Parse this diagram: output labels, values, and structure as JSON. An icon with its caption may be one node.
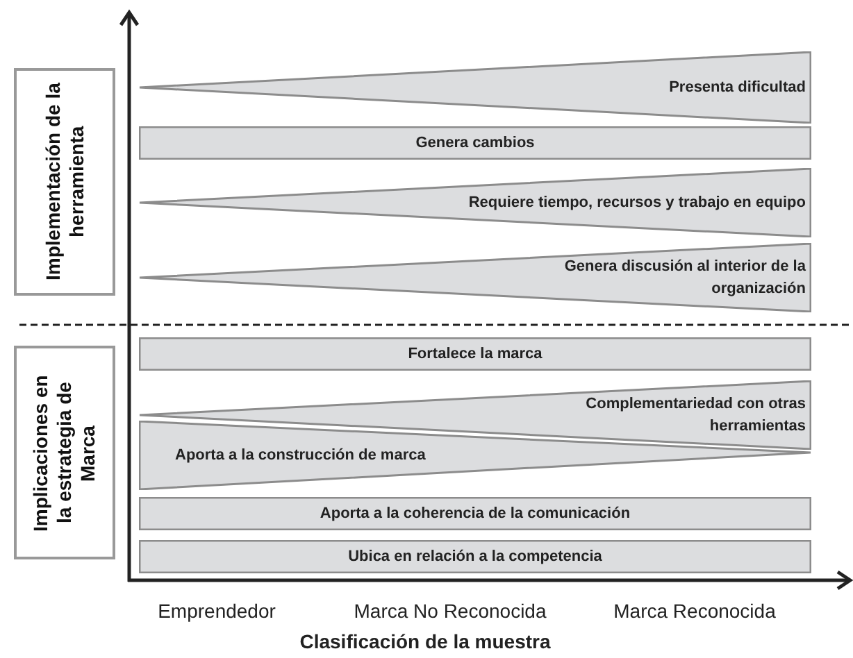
{
  "diagram": {
    "nodes": [
      {
        "text": [
          "Implementación de la herramienta"
        ]
      },
      {
        "text": [
          "Presenta dificultad"
        ]
      },
      {
        "text": [
          "Genera cambios"
        ]
      },
      {
        "text": [
          "Requiere tiempo,  recursos y trabajo en equipo"
        ]
      },
      {
        "text": [
          "Genera discusión al interior de la organización"
        ]
      },
      {
        "text": [
          "Implicaciones en la estrategia de Marca"
        ]
      },
      {
        "text": [
          "Fortalece la marca"
        ]
      },
      {
        "text": [
          "Complementariedad con otras herramientas"
        ]
      },
      {
        "text": [
          "Aporta a la construcción de marca"
        ]
      },
      {
        "text": [
          "Aporta a la coherencia de la comunicación"
        ]
      },
      {
        "text": [
          "Ubica en relación a la competencia"
        ]
      }
    ],
    "labels": [
      "Emprendedor",
      "Marca No Reconocida",
      "Marca Reconocida",
      "Clasificación de la muestra"
    ]
  }
}
